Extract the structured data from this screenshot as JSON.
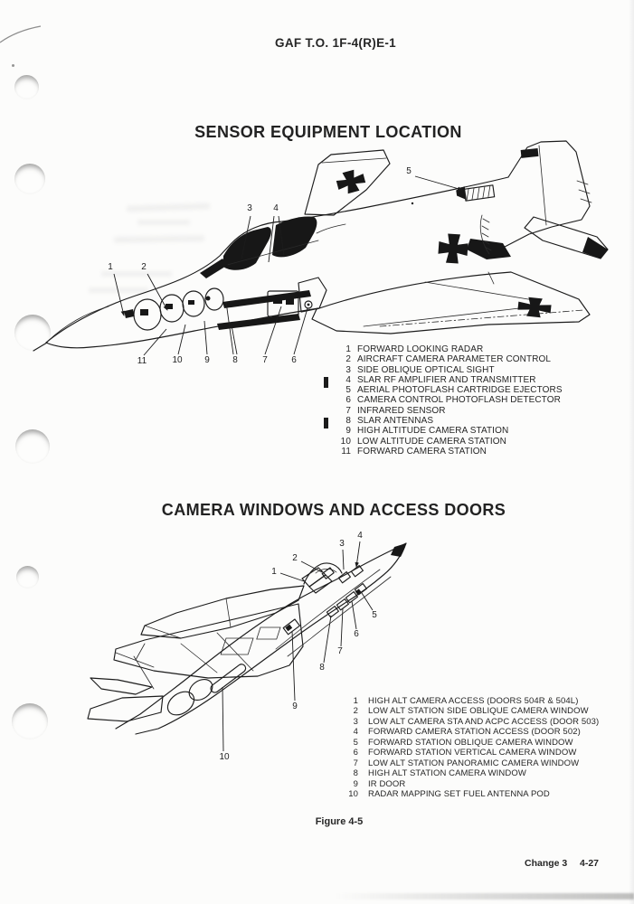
{
  "header": {
    "title": "GAF T.O. 1F-4(R)E-1"
  },
  "sensor_section": {
    "title": "SENSOR EQUIPMENT LOCATION",
    "callouts": [
      "1",
      "2",
      "3",
      "4",
      "5",
      "6",
      "7",
      "8",
      "9",
      "10",
      "11"
    ],
    "legend": [
      {
        "num": "1",
        "label": "FORWARD LOOKING RADAR"
      },
      {
        "num": "2",
        "label": "AIRCRAFT CAMERA PARAMETER CONTROL"
      },
      {
        "num": "3",
        "label": "SIDE OBLIQUE OPTICAL SIGHT"
      },
      {
        "num": "4",
        "label": "SLAR RF AMPLIFIER AND TRANSMITTER"
      },
      {
        "num": "5",
        "label": "AERIAL PHOTOFLASH CARTRIDGE EJECTORS"
      },
      {
        "num": "6",
        "label": "CAMERA CONTROL PHOTOFLASH DETECTOR"
      },
      {
        "num": "7",
        "label": "INFRARED SENSOR"
      },
      {
        "num": "8",
        "label": "SLAR ANTENNAS"
      },
      {
        "num": "9",
        "label": "HIGH ALTITUDE CAMERA STATION"
      },
      {
        "num": "10",
        "label": "LOW ALTITUDE CAMERA STATION"
      },
      {
        "num": "11",
        "label": "FORWARD CAMERA STATION"
      }
    ]
  },
  "camera_section": {
    "title": "CAMERA WINDOWS AND ACCESS DOORS",
    "callouts": [
      "1",
      "2",
      "3",
      "4",
      "5",
      "6",
      "7",
      "8",
      "9",
      "10"
    ],
    "legend": [
      {
        "num": "1",
        "label": "HIGH ALT CAMERA ACCESS (DOORS 504R & 504L)"
      },
      {
        "num": "2",
        "label": "LOW ALT STATION SIDE OBLIQUE CAMERA WINDOW"
      },
      {
        "num": "3",
        "label": "LOW ALT CAMERA STA AND ACPC ACCESS (DOOR 503)"
      },
      {
        "num": "4",
        "label": "FORWARD CAMERA STATION ACCESS (DOOR 502)"
      },
      {
        "num": "5",
        "label": "FORWARD STATION OBLIQUE CAMERA WINDOW"
      },
      {
        "num": "6",
        "label": "FORWARD STATION VERTICAL CAMERA WINDOW"
      },
      {
        "num": "7",
        "label": "LOW ALT STATION PANORAMIC CAMERA WINDOW"
      },
      {
        "num": "8",
        "label": "HIGH ALT STATION CAMERA WINDOW"
      },
      {
        "num": "9",
        "label": "IR DOOR"
      },
      {
        "num": "10",
        "label": "RADAR MAPPING SET FUEL ANTENNA POD"
      }
    ]
  },
  "figure": {
    "caption": "Figure 4-5"
  },
  "footer": {
    "change": "Change 3",
    "page": "4-27"
  }
}
